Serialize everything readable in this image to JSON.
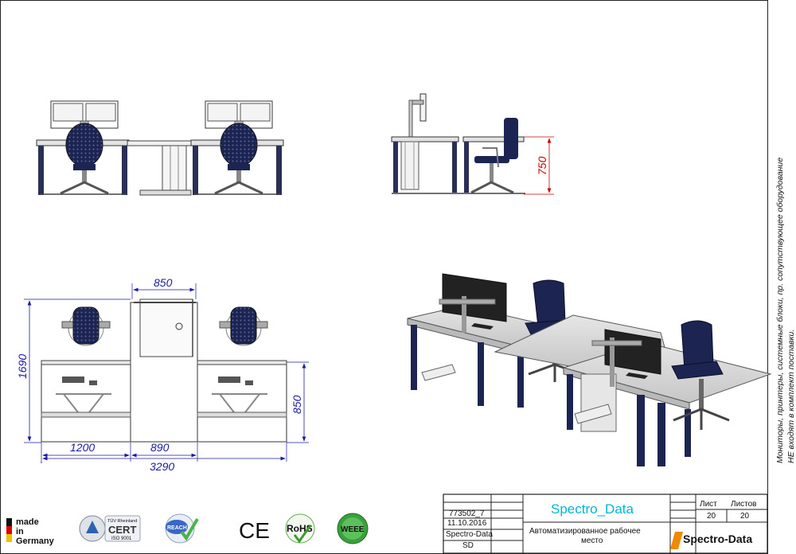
{
  "dimensions": {
    "front_height": "750",
    "plan_top_width": "850",
    "plan_left_depth": "1690",
    "plan_right_depth": "850",
    "plan_width_left": "1200",
    "plan_width_mid": "890",
    "plan_total_width": "3290"
  },
  "note": {
    "line1": "Мониторы, принтеры, системные блоки, пр. сопутствующее оборудование",
    "line2": "НЕ входят в комплект поставки."
  },
  "title_block": {
    "article": "773502_7",
    "date": "11.10.2016",
    "company": "Spectro-Data",
    "initials": "SD",
    "project": "Spectro_Data",
    "description_line1": "Автоматизированное рабочее",
    "description_line2": "место",
    "sheet_label": "Лист",
    "sheets_label": "Листов",
    "sheet_value": "20",
    "sheets_value": "20",
    "logo": "Spectro-Data"
  },
  "certifications": {
    "made_in_1": "made",
    "made_in_2": "in",
    "made_in_3": "Germany",
    "tuv_top": "TÜV Rheinland",
    "cert": "CERT",
    "iso": "ISO 9001",
    "reach": "REACH",
    "ce": "CE",
    "rohs": "RoHS",
    "weee": "WEEE"
  },
  "colors": {
    "dimension": "#1a1aa8",
    "dimension_red": "#cc0000",
    "chair": "#1c2452",
    "desk": "#d4d4d4",
    "frame": "#2a2f55",
    "project_title": "#00b5d8"
  }
}
